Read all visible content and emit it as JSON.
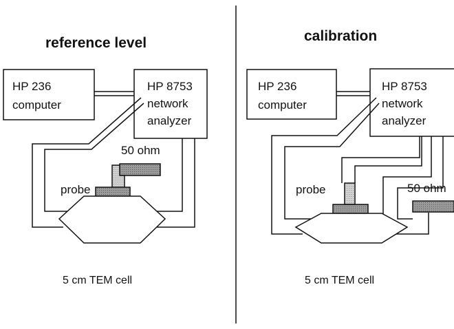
{
  "left": {
    "title": "reference level",
    "computer": [
      "HP 236",
      "computer"
    ],
    "analyzer": [
      "HP 8753",
      "network",
      "analyzer"
    ],
    "load": "50 ohm",
    "probe": "probe",
    "cell": "5 cm TEM cell"
  },
  "right": {
    "title": "calibration",
    "computer": [
      "HP 236",
      "computer"
    ],
    "analyzer": [
      "HP 8753",
      "network",
      "analyzer"
    ],
    "load": "50 ohm",
    "probe": "probe",
    "cell": "5 cm TEM cell"
  },
  "colors": {
    "ink": "#111111",
    "shade": "#8c8c8c",
    "light": "#c8c8c8"
  }
}
